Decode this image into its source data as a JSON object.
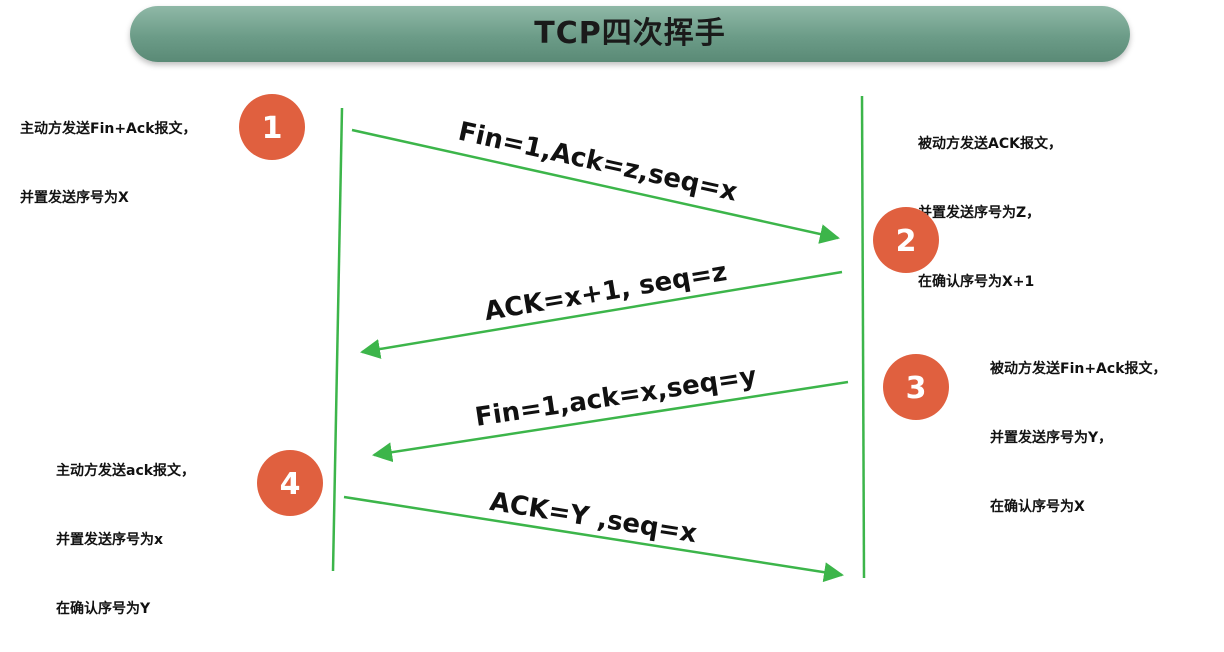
{
  "title": "TCP四次挥手",
  "colors": {
    "banner": "#6c9c88",
    "step_circle": "#e0603f",
    "arrow": "#3cb54a",
    "lifeline": "#3cb54a"
  },
  "notes": {
    "note1": [
      "主动方发送Fin+Ack报文，",
      "并置发送序号为X"
    ],
    "note2": [
      "被动方发送ACK报文，",
      "并置发送序号为Z，",
      "在确认序号为X+1"
    ],
    "note3": [
      "被动方发送Fin+Ack报文，",
      "并置发送序号为Y，",
      "在确认序号为X"
    ],
    "note4": [
      "主动方发送ack报文，",
      "并置发送序号为x",
      "在确认序号为Y"
    ]
  },
  "steps": [
    "1",
    "2",
    "3",
    "4"
  ],
  "messages": [
    "Fin=1,Ack=z,seq=x",
    "ACK=x+1, seq=z",
    "Fin=1,ack=x,seq=y",
    "ACK=Y ,seq=x"
  ]
}
